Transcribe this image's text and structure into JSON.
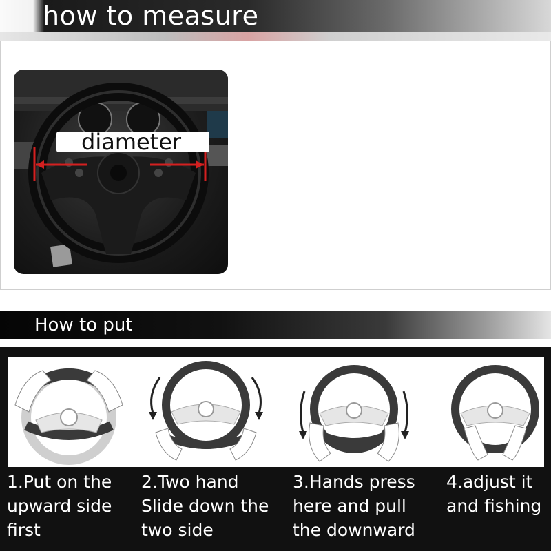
{
  "measure": {
    "title": "how to measure",
    "diameter_label": "diameter"
  },
  "put": {
    "title": "How to put",
    "steps": [
      {
        "text": "1.Put on the\nupward side\nfirst"
      },
      {
        "text": "2.Two hand\nSlide down the\ntwo side"
      },
      {
        "text": "3.Hands press\nhere and pull\nthe downward"
      },
      {
        "text": "4.adjust it\nand fishing"
      }
    ]
  },
  "colors": {
    "banner": "#1a1a1a",
    "arrow": "#d42020",
    "cover": "#3a3a3a"
  }
}
